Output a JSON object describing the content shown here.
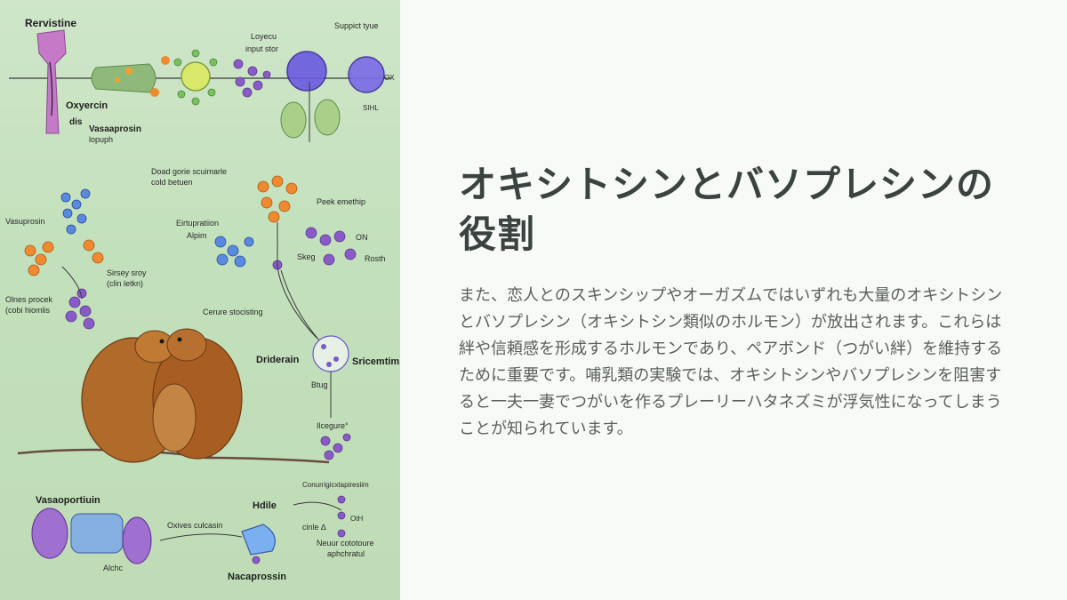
{
  "slide": {
    "title": "オキシトシンとバソプレシンの役割",
    "body": "また、恋人とのスキンシップやオーガズムではいずれも大量のオキシトシンとバソプレシン（オキシトシン類似のホルモン）が放出されます。これらは絆や信頼感を形成するホルモンであり、ペアボンド（つがい絆）を維持するために重要です。哺乳類の実験では、オキシトシンやバソプレシンを阻害すると一夫一妻でつがいを作るプレーリーハタネズミが浮気性になってしまうことが知られています。"
  },
  "illustration": {
    "labels": {
      "t1": "Rervistine",
      "t2": "Loyecu",
      "t3": "input stor",
      "t4": "Suppict tyue",
      "t5": "Oxyercin",
      "t6": "dis",
      "t7": "Vasaaprosin",
      "t8": "lopuph",
      "t9": "Doad gorie scuimarle",
      "t10": "cold betuen",
      "t11": "Peek emethip",
      "t12": "Vasuprosin",
      "t13": "Eirtupratiion",
      "t14": "Alpim",
      "t15": "ON",
      "t16": "Skeg",
      "t17": "Rosth",
      "t18": "Sirsey sroy",
      "t19": "(clin letkn)",
      "t20": "Olnes procek",
      "t21": "(cobi hiomlis",
      "t22": "Cerure stocisting",
      "t23": "Driderain",
      "t24": "Sricemtim",
      "t25": "Btug",
      "t26": "Ilcegure°",
      "t27": "Vasaoportiuin",
      "t28": "Conurrigicxtapiresiim",
      "t29": "Hdile",
      "t30": "Oxives culcasin",
      "t31": "cinle ∆",
      "t32": "Neuur cototoure",
      "t33": "aphchratul",
      "t34": "Alchc",
      "t35": "Nacaprossin",
      "t36": "OX",
      "t37": "SIHL",
      "t38": "OtH"
    }
  }
}
